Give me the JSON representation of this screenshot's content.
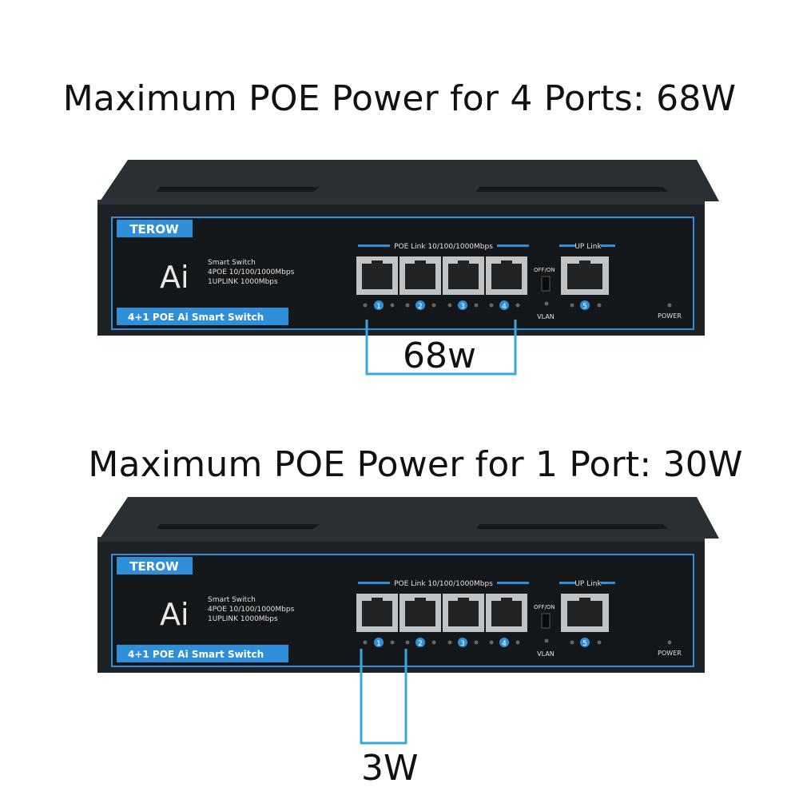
{
  "panels": [
    {
      "headline": "Maximum POE Power for 4 Ports: 68W",
      "callout": "68w"
    },
    {
      "headline": "Maximum POE Power for 1 Port: 30W",
      "callout": "3W"
    }
  ],
  "device": {
    "brand": "TEROW",
    "logo_text": "Ai",
    "spec_lines": [
      "Smart Switch",
      "4POE 10/100/1000Mbps",
      "1UPLINK 1000Mbps"
    ],
    "model_strip": "4+1 POE Ai Smart Switch",
    "poe_group_label": "POE Link 10/100/1000Mbps",
    "uplink_label": "UP Link",
    "switch_label": "OFF/ON",
    "vlan_label": "VLAN",
    "power_label": "POWER",
    "port_numbers": [
      "1",
      "2",
      "3",
      "4",
      "5"
    ]
  },
  "colors": {
    "accent": "#2f8fd8",
    "bracket": "#3aa7dd",
    "chassis": "#1e2226",
    "panel": "#14171a"
  }
}
